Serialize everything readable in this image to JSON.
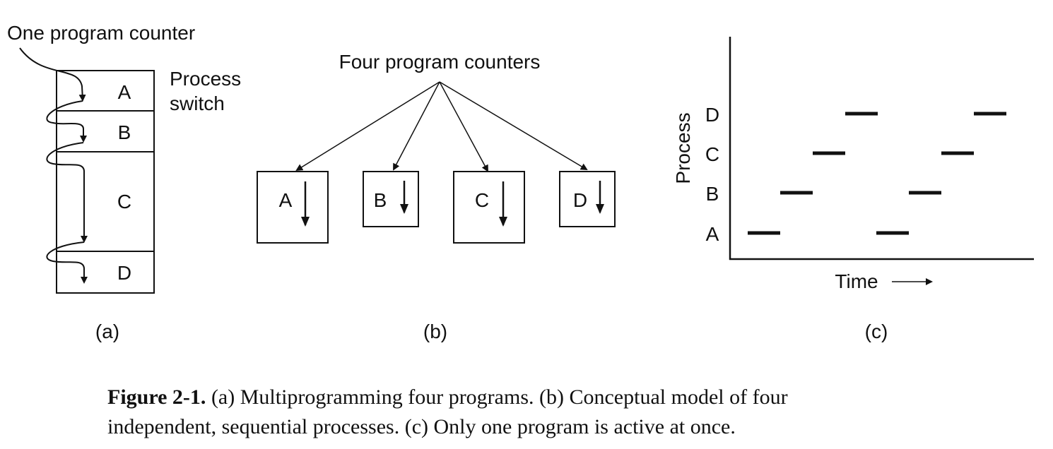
{
  "panel_a": {
    "pc_label": "One program counter",
    "switch_label_line1": "Process",
    "switch_label_line2": "switch",
    "segments": [
      "A",
      "B",
      "C",
      "D"
    ],
    "caption": "(a)"
  },
  "panel_b": {
    "pc_label": "Four program counters",
    "processes": [
      "A",
      "B",
      "C",
      "D"
    ],
    "caption": "(b)"
  },
  "panel_c": {
    "ylabel": "Process",
    "xlabel": "Time",
    "processes": [
      "A",
      "B",
      "C",
      "D"
    ],
    "caption": "(c)"
  },
  "figure_caption": {
    "label": "Figure 2-1.",
    "line1": "(a) Multiprogramming four programs.  (b) Conceptual model of four",
    "line2": "independent, sequential processes.  (c) Only one program is active at once."
  }
}
